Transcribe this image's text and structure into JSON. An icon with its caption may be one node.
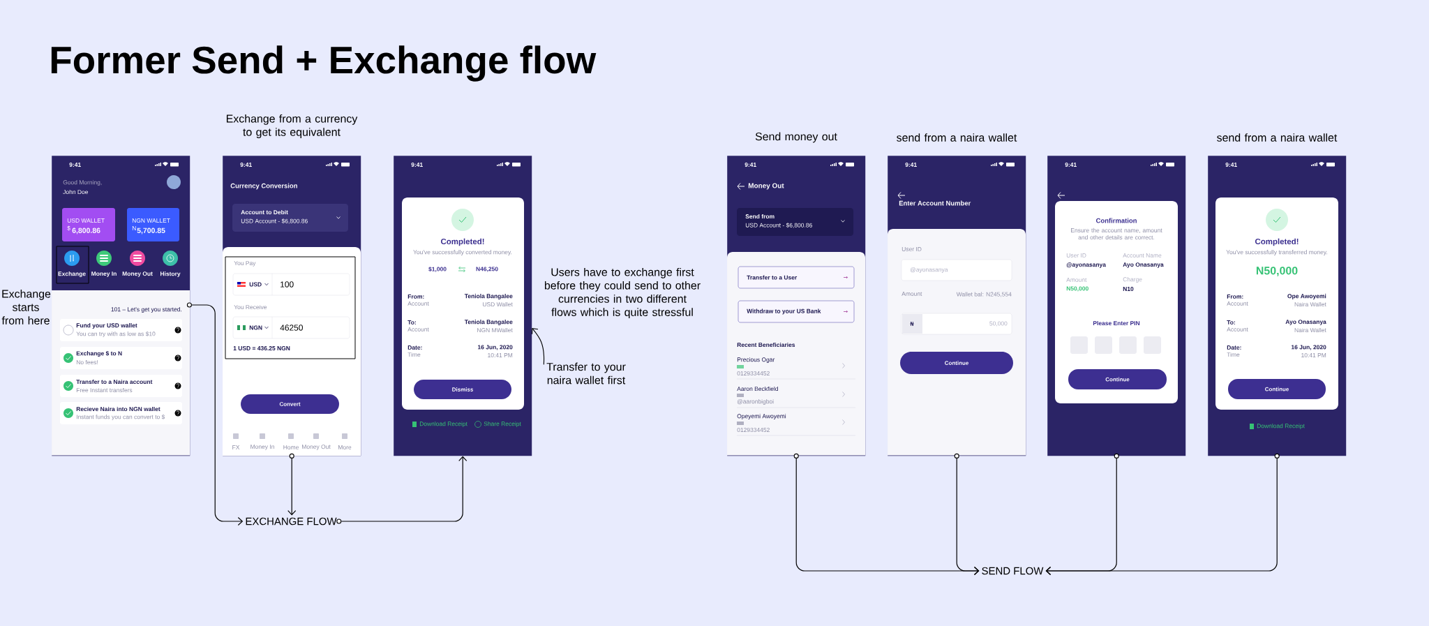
{
  "diagram": {
    "title": "Former Send + Exchange flow",
    "nodes": [
      {
        "text": [
          "9:41",
          "Good Morning,",
          "John Doe",
          "USD WALLET",
          "$",
          "6,800.86",
          "NGN WALLET",
          "N",
          "5,700.85",
          "Exchange",
          "Money In",
          "Money Out",
          "History",
          "101 – Let's get you started.",
          "Fund your USD wallet",
          "You can try with as low as $10",
          "Exchange $ to N",
          "No fees!",
          "Transfer to a Naira account",
          "Free Instant transfers",
          "Recieve Naira into NGN wallet",
          "Instant funds you can convert to $"
        ],
        "beside": [
          "Exchange starts from here"
        ]
      },
      {
        "text": [
          "9:41",
          "Currency Conversion",
          "Account to Debit",
          "USD Account - $6,800.86",
          "You Pay",
          "USD",
          "100",
          "You Receive",
          "NGN",
          "46250",
          "1 USD = 436.25 NGN",
          "Convert",
          "FX",
          "Money In",
          "Home",
          "Money Out",
          "More"
        ],
        "beside": [
          "Exchange from a currency to get its equivalent"
        ]
      },
      {
        "text": [
          "9:41",
          "Completed!",
          "You've successfully converted money.",
          "$1,000",
          "N46,250",
          "From:",
          "Account",
          "Teniola Bangalee",
          "USD Wallet",
          "To:",
          "Account",
          "Teniola Bangalee",
          "NGN MWallet",
          "Date:",
          "Time",
          "16 Jun, 2020",
          "10:41 PM",
          "Dismiss",
          "Download Receipt",
          "Share Receipt"
        ]
      },
      {
        "text": [
          "EXCHANGE FLOW"
        ]
      },
      {
        "text": [
          "Transfer to your naira wallet first"
        ]
      },
      {
        "text": [
          "9:41",
          "Money Out",
          "Send from",
          "USD Account - $6,800.86",
          "Transfer to a User",
          "Withdraw to your US Bank",
          "Recent Beneficiaries",
          "Precious Ogar",
          "0129334452",
          "Aaron Beckfield",
          "@aaronbigboi",
          "Opeyemi Awoyemi",
          "0129334452"
        ],
        "beside": [
          "Send money out"
        ]
      },
      {
        "text": [
          "9:41",
          "Enter Account Number",
          "User ID",
          "@ayonasanya",
          "Amount",
          "Wallet bal: N245,554",
          "₦",
          "50,000",
          "Continue"
        ],
        "beside": [
          "send from a naira wallet"
        ]
      },
      {
        "text": [
          "9:41",
          "Confirmation",
          "Ensure the account name, amount and other details are correct.",
          "User ID",
          "@ayonasanya",
          "Account Name",
          "Ayo Onasanya",
          "Amount",
          "N50,000",
          "Charge",
          "N10",
          "Please Enter PIN",
          "Continue"
        ]
      },
      {
        "text": [
          "9:41",
          "Completed!",
          "You've successfully transferred money.",
          "N50,000",
          "From:",
          "Account",
          "Ope Awoyemi",
          "Naira Wallet",
          "To:",
          "Account",
          "Ayo Onasanya",
          "Naira Wallet",
          "Date:",
          "Time",
          "16 Jun, 2020",
          "10:41 PM",
          "Continue",
          "Download Receipt"
        ],
        "beside": [
          "send from a naira wallet"
        ]
      },
      {
        "text": [
          "SEND FLOW"
        ]
      }
    ],
    "edges": [
      {
        "from": 0,
        "to": 3,
        "arrow": "to"
      },
      {
        "from": 1,
        "to": 3,
        "arrow": "to"
      },
      {
        "from": 3,
        "to": 2,
        "arrow": "to"
      },
      {
        "from": 4,
        "to": 2,
        "arrow": "to"
      },
      {
        "from": 5,
        "to": 9,
        "arrow": "to"
      },
      {
        "from": 6,
        "to": 9,
        "arrow": "to"
      },
      {
        "from": 7,
        "to": 9,
        "arrow": "to"
      },
      {
        "from": 8,
        "to": 9,
        "arrow": "to"
      }
    ],
    "labels": [
      "Users have to exchange first before they could send to other currencies in two different flows which is quite stressful"
    ]
  }
}
